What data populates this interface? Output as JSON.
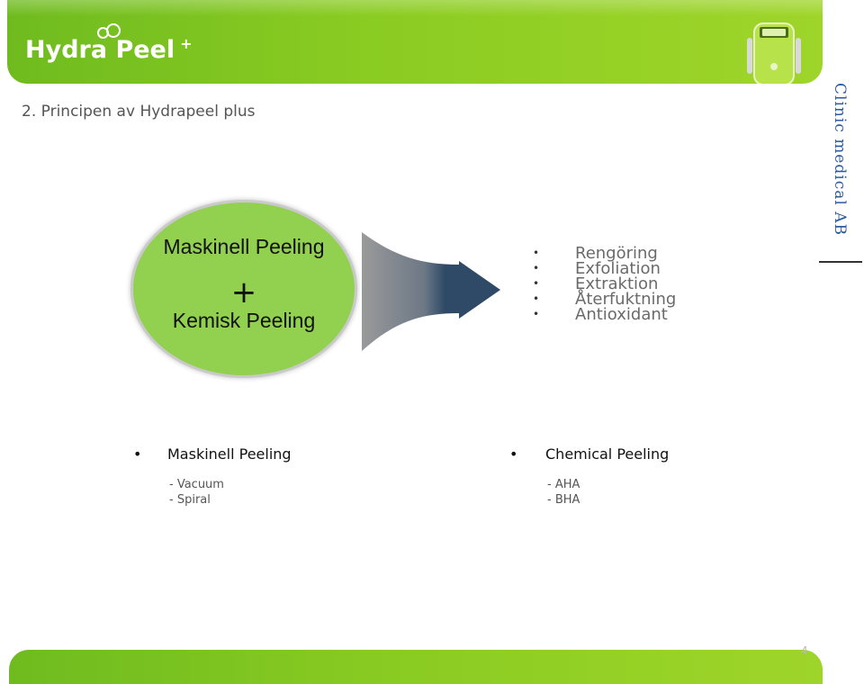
{
  "header": {
    "logo_text": "Hydra Peel",
    "logo_plus": "+"
  },
  "slide": {
    "title": "2. Principen av Hydrapeel plus",
    "side_brand": "Clinic medical AB",
    "page_number": "4"
  },
  "ellipse": {
    "line1": "Maskinell Peeling",
    "plus": "+",
    "line2": "Kemisk Peeling"
  },
  "benefits": [
    "Rengöring",
    "Exfoliation",
    "Extraktion",
    "Återfuktning",
    "Antioxidant"
  ],
  "columns": {
    "left": {
      "heading": "Maskinell Peeling",
      "items": [
        "- Vacuum",
        "- Spiral"
      ]
    },
    "right": {
      "heading": "Chemical Peeling",
      "items": [
        "- AHA",
        "- BHA"
      ]
    }
  },
  "colors": {
    "brand_green": "#8bcc22",
    "ellipse_green": "#92d050",
    "arrow_navy": "#2e4a66",
    "brand_blue": "#2c5aa0"
  }
}
